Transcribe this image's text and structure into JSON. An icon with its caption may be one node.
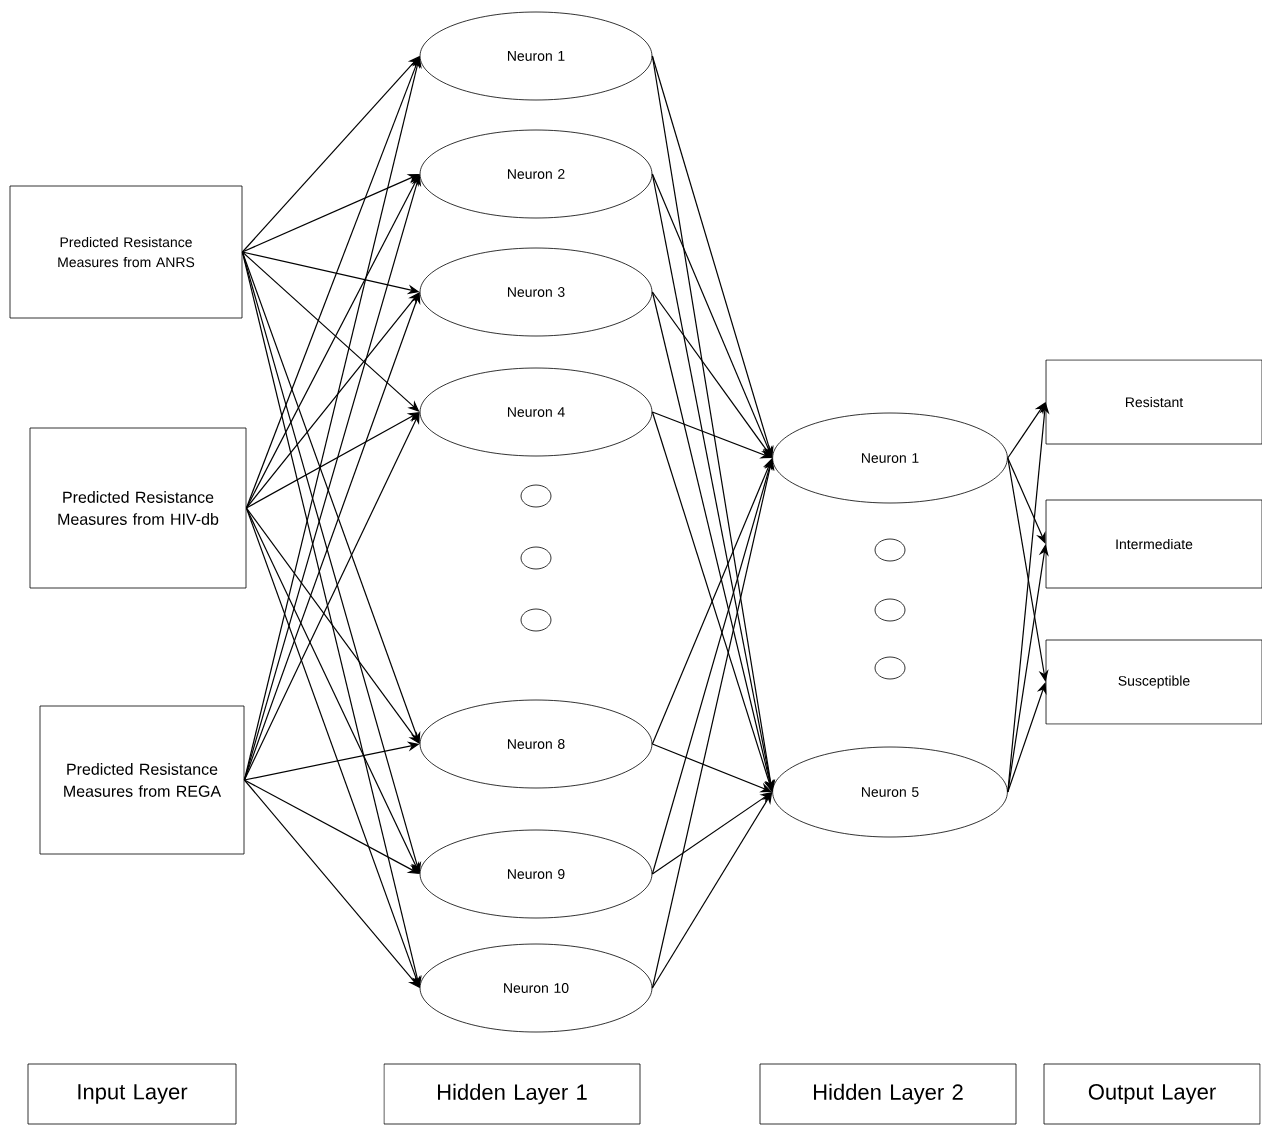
{
  "diagram": {
    "nodes": [
      {
        "text": [
          "Predicted Resistance Measures from ANRS"
        ]
      },
      {
        "text": [
          "Predicted Resistance Measures from HIV-db"
        ]
      },
      {
        "text": [
          "Predicted Resistance Measures from REGA"
        ]
      },
      {
        "text": [
          "Neuron 1"
        ]
      },
      {
        "text": [
          "Neuron 2"
        ]
      },
      {
        "text": [
          "Neuron 3"
        ]
      },
      {
        "text": [
          "Neuron 4"
        ]
      },
      {
        "text": [],
        "shape": "circle"
      },
      {
        "text": [],
        "shape": "circle"
      },
      {
        "text": [],
        "shape": "circle"
      },
      {
        "text": [
          "Neuron 8"
        ]
      },
      {
        "text": [
          "Neuron 9"
        ]
      },
      {
        "text": [
          "Neuron 10"
        ]
      },
      {
        "text": [
          "Neuron 1"
        ]
      },
      {
        "text": [],
        "shape": "circle"
      },
      {
        "text": [],
        "shape": "circle"
      },
      {
        "text": [],
        "shape": "circle"
      },
      {
        "text": [
          "Neuron 5"
        ]
      },
      {
        "text": [
          "Resistant"
        ]
      },
      {
        "text": [
          "Intermediate"
        ]
      },
      {
        "text": [
          "Susceptible"
        ]
      },
      {
        "text": [
          "Input Layer"
        ]
      },
      {
        "text": [
          "Hidden Layer 1"
        ]
      },
      {
        "text": [
          "Hidden Layer 2"
        ]
      },
      {
        "text": [
          "Output Layer"
        ]
      }
    ],
    "edges": [
      {
        "from": 0,
        "to": 3,
        "arrow": "to"
      },
      {
        "from": 0,
        "to": 4,
        "arrow": "to"
      },
      {
        "from": 0,
        "to": 5,
        "arrow": "to"
      },
      {
        "from": 0,
        "to": 6,
        "arrow": "to"
      },
      {
        "from": 0,
        "to": 10,
        "arrow": "to"
      },
      {
        "from": 0,
        "to": 11,
        "arrow": "to"
      },
      {
        "from": 0,
        "to": 12,
        "arrow": "to"
      },
      {
        "from": 1,
        "to": 3,
        "arrow": "to"
      },
      {
        "from": 1,
        "to": 4,
        "arrow": "to"
      },
      {
        "from": 1,
        "to": 5,
        "arrow": "to"
      },
      {
        "from": 1,
        "to": 6,
        "arrow": "to"
      },
      {
        "from": 1,
        "to": 10,
        "arrow": "to"
      },
      {
        "from": 1,
        "to": 11,
        "arrow": "to"
      },
      {
        "from": 1,
        "to": 12,
        "arrow": "to"
      },
      {
        "from": 2,
        "to": 3,
        "arrow": "to"
      },
      {
        "from": 2,
        "to": 4,
        "arrow": "to"
      },
      {
        "from": 2,
        "to": 5,
        "arrow": "to"
      },
      {
        "from": 2,
        "to": 6,
        "arrow": "to"
      },
      {
        "from": 2,
        "to": 10,
        "arrow": "to"
      },
      {
        "from": 2,
        "to": 11,
        "arrow": "to"
      },
      {
        "from": 2,
        "to": 12,
        "arrow": "to"
      },
      {
        "from": 3,
        "to": 13,
        "arrow": "to"
      },
      {
        "from": 3,
        "to": 17,
        "arrow": "to"
      },
      {
        "from": 4,
        "to": 13,
        "arrow": "to"
      },
      {
        "from": 4,
        "to": 17,
        "arrow": "to"
      },
      {
        "from": 5,
        "to": 13,
        "arrow": "to"
      },
      {
        "from": 5,
        "to": 17,
        "arrow": "to"
      },
      {
        "from": 6,
        "to": 13,
        "arrow": "to"
      },
      {
        "from": 6,
        "to": 17,
        "arrow": "to"
      },
      {
        "from": 10,
        "to": 13,
        "arrow": "to"
      },
      {
        "from": 10,
        "to": 17,
        "arrow": "to"
      },
      {
        "from": 11,
        "to": 13,
        "arrow": "to"
      },
      {
        "from": 11,
        "to": 17,
        "arrow": "to"
      },
      {
        "from": 12,
        "to": 13,
        "arrow": "to"
      },
      {
        "from": 12,
        "to": 17,
        "arrow": "to"
      },
      {
        "from": 13,
        "to": 18,
        "arrow": "to"
      },
      {
        "from": 13,
        "to": 19,
        "arrow": "to"
      },
      {
        "from": 13,
        "to": 20,
        "arrow": "to"
      },
      {
        "from": 17,
        "to": 18,
        "arrow": "to"
      },
      {
        "from": 17,
        "to": 19,
        "arrow": "to"
      },
      {
        "from": 17,
        "to": 20,
        "arrow": "to"
      }
    ]
  }
}
